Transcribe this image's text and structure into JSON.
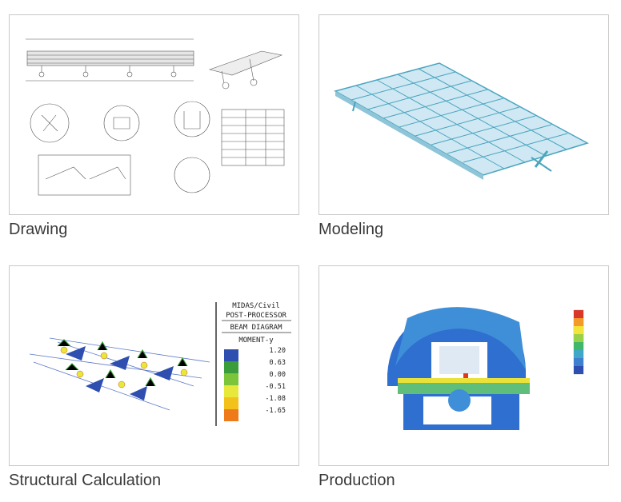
{
  "cards": [
    {
      "caption": "Drawing"
    },
    {
      "caption": "Modeling"
    },
    {
      "caption": "Structural Calculation",
      "legend": {
        "title1": "MIDAS/Civil",
        "title2": "POST-PROCESSOR",
        "subtitle": "BEAM DIAGRAM",
        "component": "MOMENT-y",
        "values": [
          "1.20",
          "0.63",
          "0.00",
          "-0.51",
          "-1.08",
          "-1.65"
        ],
        "colors": [
          "#2e4fb0",
          "#3a9c3a",
          "#7cc43a",
          "#e8e83a",
          "#f2c21a",
          "#ef7a1a"
        ]
      }
    },
    {
      "caption": "Production"
    }
  ]
}
